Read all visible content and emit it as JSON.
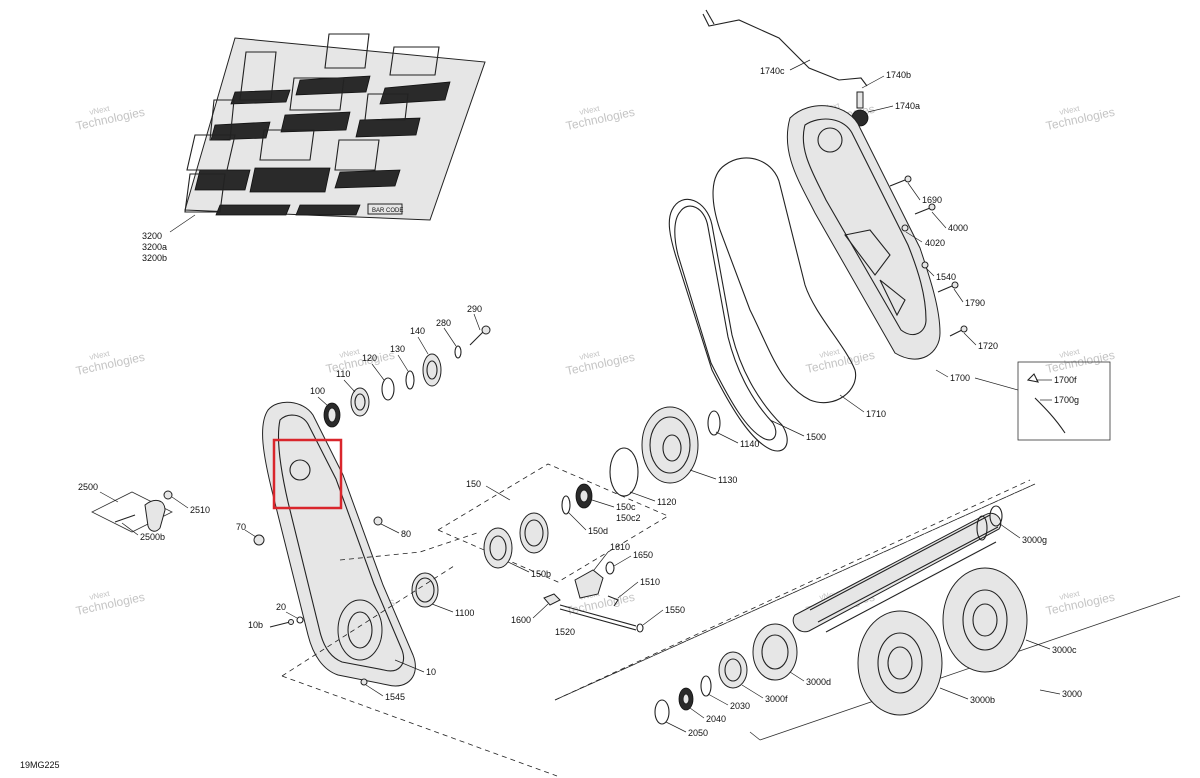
{
  "figure_id": "19MG225",
  "watermark": {
    "line1": "vNext",
    "line2": "Technologies"
  },
  "labels": {
    "p10": "10",
    "p10b": "10b",
    "p20": "20",
    "p70": "70",
    "p80": "80",
    "p100": "100",
    "p110": "110",
    "p120": "120",
    "p130": "130",
    "p140": "140",
    "p150": "150",
    "p150b": "150b",
    "p150c": "150c",
    "p150c2": "150c2",
    "p150d": "150d",
    "p280": "280",
    "p290": "290",
    "p1100": "1100",
    "p1120": "1120",
    "p1130": "1130",
    "p1140": "1140",
    "p1500": "1500",
    "p1510": "1510",
    "p1520": "1520",
    "p1545": "1545",
    "p1550": "1550",
    "p1600": "1600",
    "p1610": "1610",
    "p1650": "1650",
    "p1690": "1690",
    "p1700": "1700",
    "p1700f": "1700f",
    "p1700g": "1700g",
    "p1710": "1710",
    "p1720": "1720",
    "p1740a": "1740a",
    "p1740b": "1740b",
    "p1740c": "1740c",
    "p1790": "1790",
    "p1540": "1540",
    "p2030": "2030",
    "p2040": "2040",
    "p2050": "2050",
    "p2500": "2500",
    "p2500b": "2500b",
    "p2510": "2510",
    "p3000": "3000",
    "p3000b": "3000b",
    "p3000c": "3000c",
    "p3000d": "3000d",
    "p3000f": "3000f",
    "p3000g": "3000g",
    "p3200": "3200",
    "p3200a": "3200a",
    "p3200b": "3200b",
    "p4000": "4000",
    "p4020": "4020"
  },
  "track_text": {
    "bar_code": "BAR CODE"
  },
  "highlight_color": "#d9262c"
}
